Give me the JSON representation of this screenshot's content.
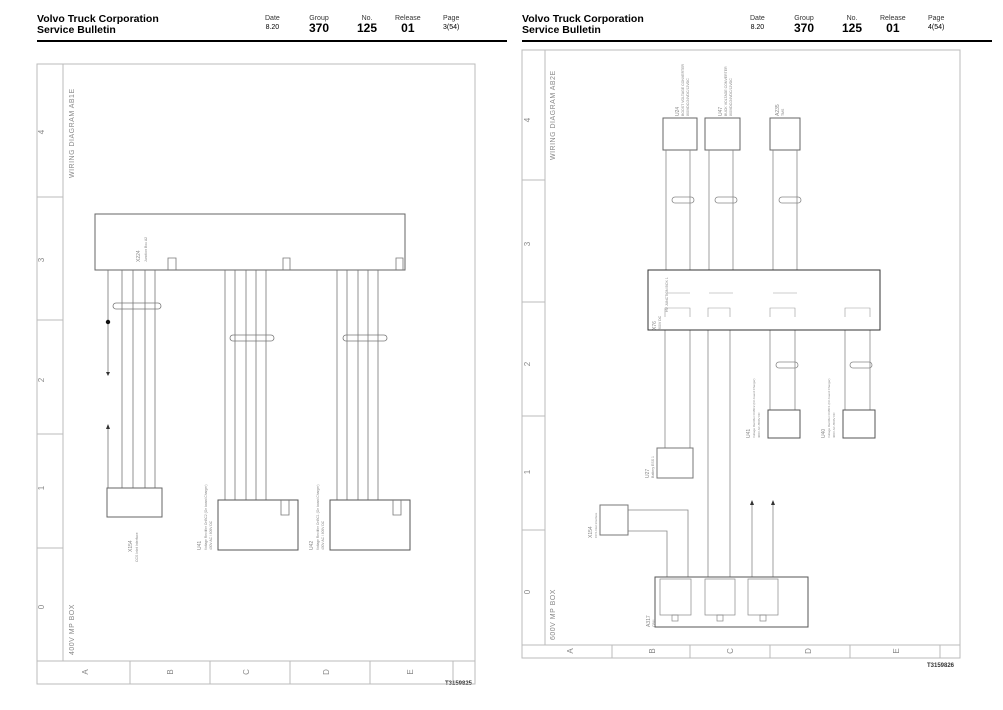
{
  "pages": [
    {
      "header": {
        "company": "Volvo Truck Corporation",
        "doc_type": "Service Bulletin",
        "date_label": "Date",
        "date": "8.20",
        "group_label": "Group",
        "group": "370",
        "no_label": "No.",
        "no": "125",
        "release_label": "Release",
        "release": "01",
        "page_label": "Page",
        "page": "3(54)"
      },
      "diagram_title": "WIRING DIAGRAM AB1E",
      "box_title": "400V MP BOX",
      "rows": [
        "4",
        "3",
        "2",
        "1",
        "0"
      ],
      "cols": [
        "A",
        "B",
        "C",
        "D",
        "E"
      ],
      "components": {
        "x224": {
          "id": "X224",
          "desc": "Junction Box A2"
        },
        "x154": {
          "id": "X154",
          "desc": "CCS Inlet Interface"
        },
        "u41": {
          "id": "U41",
          "desc": "Voltage Rectifier OnBC2 (On board Charger)",
          "rating": "400V AC / 800V DC"
        },
        "u42": {
          "id": "U42",
          "desc": "Voltage Rectifier OnBC1 (On board Charger)",
          "rating": "400V AC / 800V DC"
        }
      },
      "ref": "T3159825"
    },
    {
      "header": {
        "company": "Volvo Truck Corporation",
        "doc_type": "Service Bulletin",
        "date_label": "Date",
        "date": "8.20",
        "group_label": "Group",
        "group": "370",
        "no_label": "No.",
        "no": "125",
        "release_label": "Release",
        "release": "01",
        "page_label": "Page",
        "page": "4(54)"
      },
      "diagram_title": "WIRING DIAGRAM AB2E",
      "box_title": "600V MP BOX",
      "rows": [
        "4",
        "3",
        "2",
        "1",
        "0"
      ],
      "cols": [
        "A",
        "B",
        "C",
        "D",
        "E"
      ],
      "components": {
        "u24": {
          "id": "U24",
          "desc": "BOOST VOLTAGE CONVERTER",
          "rating": "800VDC/24VDC/12VDC"
        },
        "u47": {
          "id": "U47",
          "desc": "BUCK VOLTAGE CONVERTER",
          "rating": "800VDC/24VDC/12VDC"
        },
        "a235": {
          "id": "A235",
          "desc": "TMS"
        },
        "x76": {
          "id": "X76",
          "desc": "HV JUNCTION BOX 1",
          "rating": "800V DC"
        },
        "u27": {
          "id": "U27",
          "desc": "Battery ESS 1"
        },
        "u41": {
          "id": "U41",
          "desc": "Voltage Rectifier OnBC2 (On board Charger)",
          "rating": "400V AC /800V DC"
        },
        "u40": {
          "id": "U40",
          "desc": "Voltage Rectifier OnBC1 (On board Charger)",
          "rating": "400V AC /800V DC"
        },
        "x154": {
          "id": "X154",
          "desc": "CCS Inlet Interface"
        },
        "a317": {
          "id": "A317",
          "desc": "CBU"
        }
      },
      "ref": "T3159826"
    }
  ]
}
